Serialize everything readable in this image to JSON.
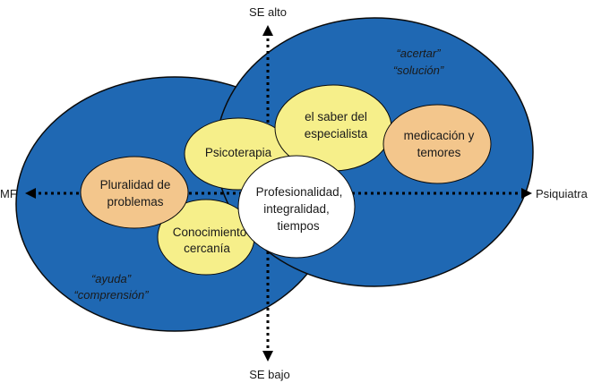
{
  "axes": {
    "top": "SE alto",
    "bottom": "SE bajo",
    "left": "MF",
    "right": "Psiquiatra"
  },
  "quotes": {
    "left_line1": "“ayuda”",
    "left_line2": "“comprensión”",
    "right_line1": "“acertar”",
    "right_line2": "“solución”"
  },
  "nodes": {
    "pluralidad_line1": "Pluralidad de",
    "pluralidad_line2": "problemas",
    "psicoterapia": "Psicoterapia",
    "conocimiento_line1": "Conocimiento",
    "conocimiento_line2": "cercanía",
    "saber_line1": "el saber del",
    "saber_line2": "especialista",
    "medicacion_line1": "medicación y",
    "medicacion_line2": "temores",
    "profesionalidad_line1": "Profesionalidad,",
    "profesionalidad_line2": "integralidad,",
    "profesionalidad_line3": "tiempos"
  },
  "colors": {
    "blue_fill": "#1f68b3",
    "blue_stroke": "#0a0a0a",
    "yellow": "#f6ef8a",
    "orange": "#f3c68c",
    "white": "#ffffff",
    "axis": "#000000"
  }
}
